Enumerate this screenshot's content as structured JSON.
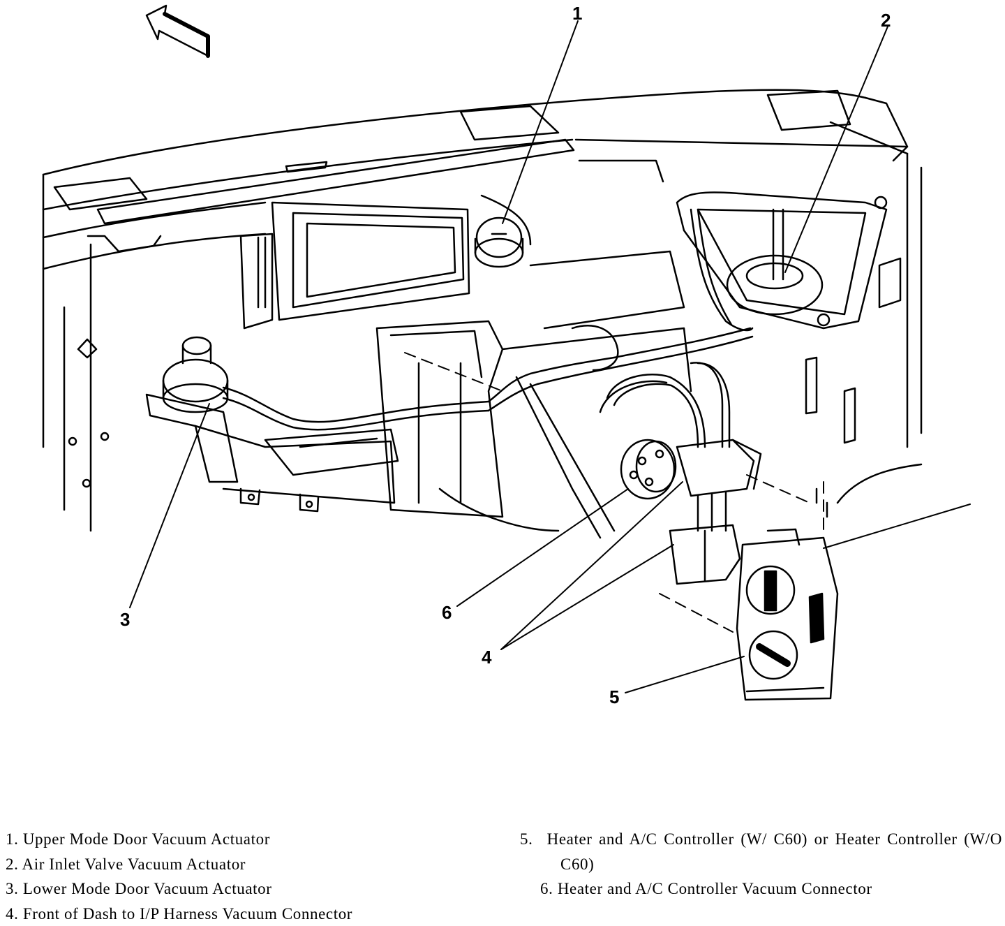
{
  "callouts": [
    "1",
    "2",
    "3",
    "4",
    "5",
    "6"
  ],
  "legend": [
    {
      "num": "1.",
      "text": "Upper Mode Door Vacuum Actuator"
    },
    {
      "num": "2.",
      "text": "Air Inlet Valve Vacuum Actuator"
    },
    {
      "num": "3.",
      "text": "Lower Mode Door Vacuum Actuator"
    },
    {
      "num": "4.",
      "text": "Front of Dash to I/P Harness Vacuum Connector"
    },
    {
      "num": "5.",
      "text": "Heater and A/C Controller (W/ C60) or Heater Controller (W/O C60)"
    },
    {
      "num": "6.",
      "text": "Heater and A/C Controller Vacuum Connector"
    }
  ]
}
